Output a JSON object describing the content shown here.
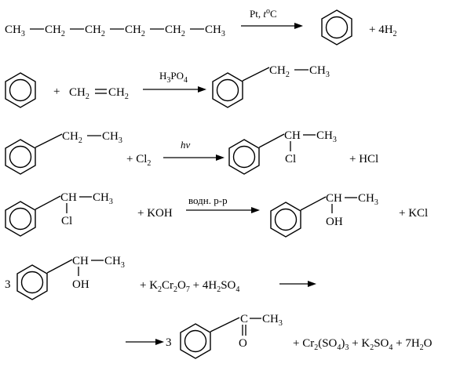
{
  "reactions": [
    {
      "id": "r1",
      "reactant_chain": [
        "CH3",
        "CH2",
        "CH2",
        "CH2",
        "CH2",
        "CH3"
      ],
      "arrow_condition_main": "Pt, ",
      "arrow_condition_t": "t",
      "arrow_condition_sup": "o",
      "arrow_condition_unit": "C",
      "byproduct": "+ 4H",
      "byproduct_sub": "2"
    },
    {
      "id": "r2",
      "plus": "+",
      "reagent_left": "CH",
      "reagent_left_sub": "2",
      "reagent_right": "CH",
      "reagent_right_sub": "2",
      "catalyst": "H",
      "catalyst_sub1": "3",
      "catalyst_mid": "PO",
      "catalyst_sub2": "4",
      "product_chain": [
        "CH2",
        "CH3"
      ]
    },
    {
      "id": "r3",
      "reactant_chain": [
        "CH2",
        "CH3"
      ],
      "reagent": "+ Cl",
      "reagent_sub": "2",
      "condition": "hν",
      "product_top_left": "CH",
      "product_top_right": "CH",
      "product_top_right_sub": "3",
      "product_sub_group": "Cl",
      "byproduct": "+ HCl"
    },
    {
      "id": "r4",
      "reactant_top_left": "CH",
      "reactant_top_right": "CH",
      "reactant_top_right_sub": "3",
      "reactant_sub_group": "Cl",
      "reagent": "+ KOH",
      "condition": "водн. р-р",
      "product_top_left": "CH",
      "product_top_right": "CH",
      "product_top_right_sub": "3",
      "product_sub_group": "OH",
      "byproduct": "+ KCl"
    },
    {
      "id": "r5",
      "coefficient": "3",
      "reactant_top_left": "CH",
      "reactant_top_right": "CH",
      "reactant_top_right_sub": "3",
      "reactant_sub_group": "OH",
      "reagents": "+ K",
      "reagents_parts": [
        "2",
        "Cr",
        "2",
        "O",
        "7",
        " + 4H",
        "2",
        "SO",
        "4"
      ]
    },
    {
      "id": "r6",
      "coefficient": "3",
      "product_carbon": "C",
      "product_right": "CH",
      "product_right_sub": "3",
      "product_oxygen": "O",
      "byproducts_parts": [
        "+ Cr",
        "2",
        "(SO",
        "4",
        ")",
        "3",
        " + K",
        "2",
        "SO",
        "4",
        " + 7H",
        "2",
        "O"
      ]
    }
  ]
}
